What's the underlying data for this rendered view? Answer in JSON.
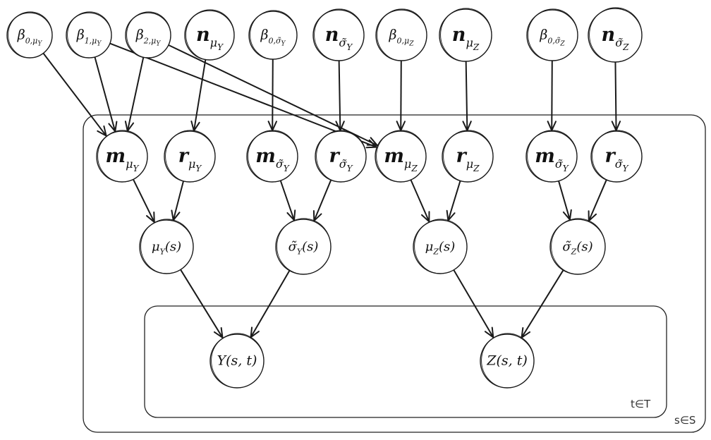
{
  "plates": {
    "outer": {
      "label": "s∈S"
    },
    "inner": {
      "label": "t∈T"
    }
  },
  "nodes": [
    {
      "id": "b0muY",
      "base": "β",
      "sub": "0,μ",
      "subsub": "Y",
      "style": "plain"
    },
    {
      "id": "b1muY",
      "base": "β",
      "sub": "1,μ",
      "subsub": "Y",
      "style": "plain"
    },
    {
      "id": "b2muY",
      "base": "β",
      "sub": "2,μ",
      "subsub": "Y",
      "style": "plain"
    },
    {
      "id": "nmuY",
      "base": "n",
      "sub": "μ",
      "subsub": "Y",
      "style": "bold"
    },
    {
      "id": "b0sigY",
      "base": "β",
      "sub": "0,σ̃",
      "subsub": "Y",
      "style": "plain"
    },
    {
      "id": "nsigY",
      "base": "n",
      "sub": "σ̃",
      "subsub": "Y",
      "style": "bold"
    },
    {
      "id": "b0muZ",
      "base": "β",
      "sub": "0,μ",
      "subsub": "Z",
      "style": "plain"
    },
    {
      "id": "nmuZ",
      "base": "n",
      "sub": "μ",
      "subsub": "Z",
      "style": "bold"
    },
    {
      "id": "b0sigZ",
      "base": "β",
      "sub": "0,σ̃",
      "subsub": "Z",
      "style": "plain"
    },
    {
      "id": "nsigZ",
      "base": "n",
      "sub": "σ̃",
      "subsub": "Z",
      "style": "bold"
    },
    {
      "id": "mmuY",
      "base": "m",
      "sub": "μ",
      "subsub": "Y",
      "style": "bold"
    },
    {
      "id": "rmuY",
      "base": "r",
      "sub": "μ",
      "subsub": "Y",
      "style": "bold"
    },
    {
      "id": "msigY",
      "base": "m",
      "sub": "σ̃",
      "subsub": "Y",
      "style": "bold"
    },
    {
      "id": "rsigY",
      "base": "r",
      "sub": "σ̃",
      "subsub": "Y",
      "style": "bold"
    },
    {
      "id": "mmuZ",
      "base": "m",
      "sub": "μ",
      "subsub": "Z",
      "style": "bold"
    },
    {
      "id": "rmuZ",
      "base": "r",
      "sub": "μ",
      "subsub": "Z",
      "style": "bold"
    },
    {
      "id": "msigZ",
      "base": "m",
      "sub": "σ̃",
      "subsub": "Y",
      "style": "bold"
    },
    {
      "id": "rsigZ",
      "base": "r",
      "sub": "σ̃",
      "subsub": "Y",
      "style": "bold"
    },
    {
      "id": "muY",
      "base": "μ",
      "sub": "Y",
      "subsub": "",
      "suffix": "(s)",
      "style": "plain"
    },
    {
      "id": "sigY",
      "base": "σ̃",
      "sub": "Y",
      "subsub": "",
      "suffix": "(s)",
      "style": "plain"
    },
    {
      "id": "muZ",
      "base": "μ",
      "sub": "Z",
      "subsub": "",
      "suffix": "(s)",
      "style": "plain"
    },
    {
      "id": "sigZ",
      "base": "σ̃",
      "sub": "Z",
      "subsub": "",
      "suffix": "(s)",
      "style": "plain"
    },
    {
      "id": "Y",
      "base": "Y",
      "sub": "",
      "subsub": "",
      "suffix": "(s, t)",
      "style": "plain"
    },
    {
      "id": "Z",
      "base": "Z",
      "sub": "",
      "subsub": "",
      "suffix": "(s, t)",
      "style": "plain"
    }
  ],
  "edges": [
    [
      "b0muY",
      "mmuY"
    ],
    [
      "b1muY",
      "mmuY"
    ],
    [
      "b2muY",
      "mmuY"
    ],
    [
      "nmuY",
      "rmuY"
    ],
    [
      "b1muY",
      "mmuZ"
    ],
    [
      "b2muY",
      "mmuZ"
    ],
    [
      "b0sigY",
      "msigY"
    ],
    [
      "nsigY",
      "rsigY"
    ],
    [
      "b0muZ",
      "mmuZ"
    ],
    [
      "nmuZ",
      "rmuZ"
    ],
    [
      "b0sigZ",
      "msigZ"
    ],
    [
      "nsigZ",
      "rsigZ"
    ],
    [
      "mmuY",
      "muY"
    ],
    [
      "rmuY",
      "muY"
    ],
    [
      "msigY",
      "sigY"
    ],
    [
      "rsigY",
      "sigY"
    ],
    [
      "mmuZ",
      "muZ"
    ],
    [
      "rmuZ",
      "muZ"
    ],
    [
      "msigZ",
      "sigZ"
    ],
    [
      "rsigZ",
      "sigZ"
    ],
    [
      "muY",
      "Y"
    ],
    [
      "sigY",
      "Y"
    ],
    [
      "muZ",
      "Z"
    ],
    [
      "sigZ",
      "Z"
    ]
  ]
}
